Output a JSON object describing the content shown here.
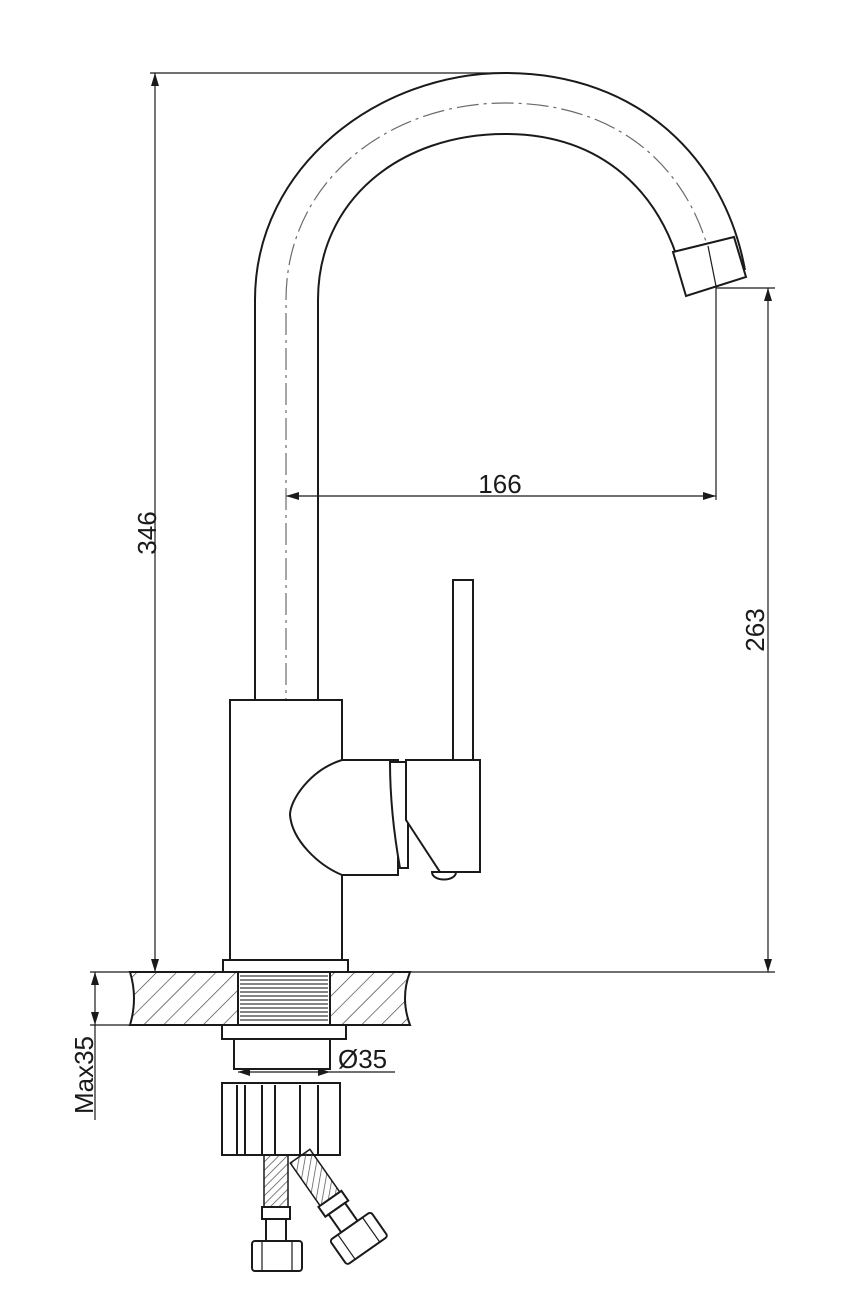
{
  "dimensions": {
    "total_height": "346",
    "spout_reach": "166",
    "spout_height": "263",
    "max_counter_thickness": "Max35",
    "hole_diameter": "Ø35"
  }
}
